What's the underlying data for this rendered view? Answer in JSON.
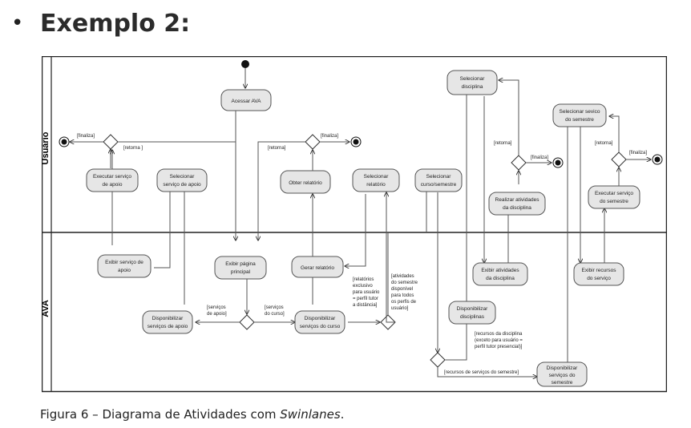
{
  "slide": {
    "bullet": "•",
    "title": "Exemplo 2:",
    "caption_prefix": "Figura 6 – Diagrama de Atividades com ",
    "caption_italic": "Swinlanes",
    "caption_suffix": "."
  },
  "lanes": {
    "top": "Usuário",
    "bottom": "AVA"
  },
  "activities": {
    "acessar_ava": "Acessar AVA",
    "executar_servico_apoio": [
      "Executar serviço",
      "de apoio"
    ],
    "selecionar_servico_apoio": [
      "Selecionar",
      "serviço de apoio"
    ],
    "obter_relatorio": "Obter relatório",
    "selecionar_relatorio": [
      "Selecionar",
      "relatório"
    ],
    "selecionar_curso": [
      "Selecionar",
      "curso/semestre"
    ],
    "selecionar_disciplina": [
      "Selecionar",
      "disciplina"
    ],
    "realizar_atividades": [
      "Realizar atividades",
      "da disciplina"
    ],
    "selecionar_servico_semestre": [
      "Selecionar sevico",
      "do semestre"
    ],
    "executar_servico_semestre": [
      "Executar serviço",
      "do semestre"
    ],
    "exibir_servico_apoio": [
      "Exibir serviço de",
      "apoio"
    ],
    "exibir_pagina_principal": [
      "Exibir página",
      "principal"
    ],
    "gerar_relatorio": "Gerar relatório",
    "exibir_atividades": [
      "Exibir atividades",
      "da disciplina"
    ],
    "exibir_recursos": [
      "Exibir recursos",
      "do serviço"
    ],
    "disponibilizar_servicos_apoio": [
      "Disponibilizar",
      "serviços de apoio"
    ],
    "disponibilizar_servicos_curso": [
      "Disponibilizar",
      "serviços do curso"
    ],
    "disponibilizar_disciplinas": [
      "Disponibilizar",
      "disciplinas"
    ],
    "disponibilizar_servicos_semestre": [
      "Disponibilizar",
      "serviços do",
      "semestre"
    ]
  },
  "guards": {
    "finaliza": "[finaliza]",
    "retorna": "[retorna ]",
    "retorna_plain": "[retorna]",
    "servicos_apoio": [
      "[serviços",
      "de apoio]"
    ],
    "servicos_curso": [
      "[serviços",
      "do curso]"
    ],
    "relatorios_exclusivo": [
      "[relatórios",
      "exclusivo",
      "para usuário",
      "= perfil tutor",
      "a distância]"
    ],
    "atividades_semestre": [
      "[atividades",
      "do semestre",
      "disponível",
      "para todos",
      "os perfis de",
      "usuário]"
    ],
    "recursos_disciplina": [
      "[recursos da disciplina",
      "(exceto para usuário =",
      "perfil tutor presencial)]"
    ],
    "recursos_semestre": "[recursos de serviços do semestre]"
  }
}
